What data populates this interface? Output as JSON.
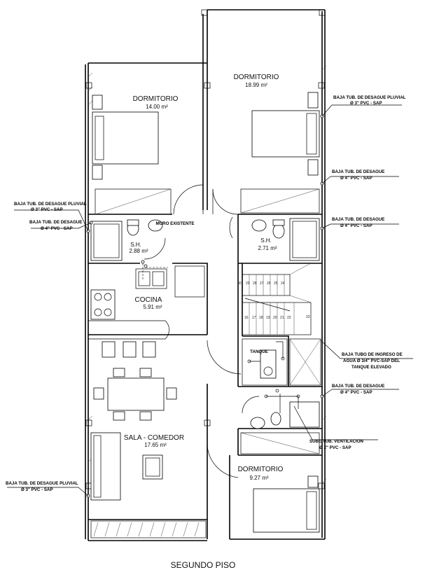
{
  "plan_title": "SEGUNDO PISO",
  "rooms": [
    {
      "id": "dorm-1",
      "name": "DORMITORIO",
      "area": "14.00 m²"
    },
    {
      "id": "dorm-2",
      "name": "DORMITORIO",
      "area": "18.99 m²"
    },
    {
      "id": "sh-1",
      "name": "S.H.",
      "area": "2.88 m²"
    },
    {
      "id": "sh-2",
      "name": "S.H.",
      "area": "2.71 m²"
    },
    {
      "id": "cocina",
      "name": "COCINA",
      "area": "5.91 m²"
    },
    {
      "id": "sala",
      "name": "SALA - COMEDOR",
      "area": "17.65 m²"
    },
    {
      "id": "dorm-3",
      "name": "DORMITORIO",
      "area": "9.27 m²"
    }
  ],
  "annotations": {
    "muro_existente": "MURO EXISTENTE",
    "tanque": "TANQUE",
    "notes": [
      {
        "id": "n1",
        "line1": "BAJA TUB. DE DESAGUE PLUVIAL",
        "line2": "Ø 3\" PVC - SAP"
      },
      {
        "id": "n2",
        "line1": "BAJA TUB. DE DESAGUE",
        "line2": "Ø 4\" PVC - SAP"
      },
      {
        "id": "n3",
        "line1": "BAJA TUB. DE DESAGUE",
        "line2": "Ø 4\" PVC - SAP"
      },
      {
        "id": "n4",
        "line1": "BAJA TUB. DE DESAGUE PLUVIAL",
        "line2": "Ø 3\" PVC - SAP"
      },
      {
        "id": "n5",
        "line1": "BAJA TUB. DE DESAGUE",
        "line2": "Ø 4\" PVC - SAP"
      },
      {
        "id": "n6",
        "line1": "BAJA TUBO DE INGRESO DE",
        "line2": "AGUA Ø 3/4\" PVC-SAP DEL",
        "line3": "TANQUE ELEVADO"
      },
      {
        "id": "n7",
        "line1": "BAJA TUB. DE DESAGUE",
        "line2": "Ø 4\" PVC - SAP"
      },
      {
        "id": "n8",
        "line1": "SUBE TUB. VENTILACION",
        "line2": "Ø 2\" PVC - SAP"
      },
      {
        "id": "n9",
        "line1": "BAJA TUB. DE DESAGUE PLUVIAL",
        "line2": "Ø 3\" PVC - SAP"
      }
    ]
  },
  "stairs": {
    "upper": [
      "30",
      "29",
      "28",
      "27",
      "26",
      "25",
      "24",
      "23"
    ],
    "lower": [
      "16",
      "17",
      "18",
      "19",
      "20",
      "21",
      "22"
    ]
  }
}
